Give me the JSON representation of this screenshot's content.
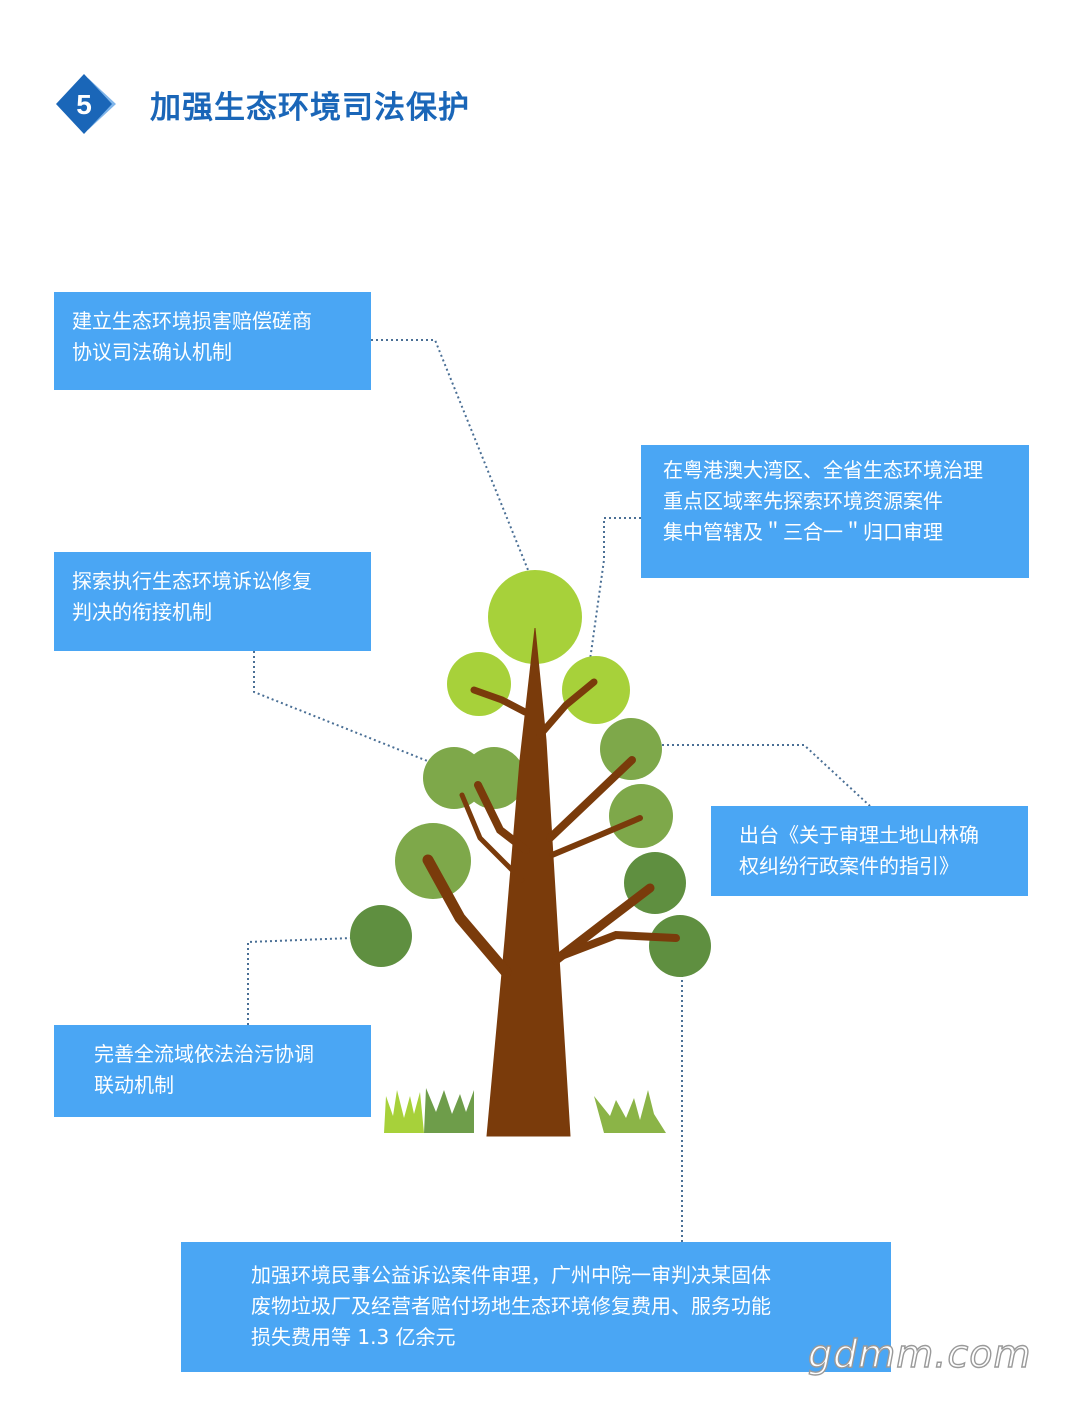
{
  "header": {
    "badge_number": "5",
    "title": "加强生态环境司法保护"
  },
  "colors": {
    "title_blue": "#1a66b8",
    "box_blue": "#4aa6f4",
    "trunk_brown": "#7a3b0b",
    "leaf_light": "#a7d13a",
    "leaf_mid": "#7ea84a",
    "leaf_dark": "#5f8f40",
    "connector": "#4a6f95"
  },
  "boxes": [
    {
      "id": "b1",
      "lines": [
        "建立生态环境损害赔偿磋商",
        "协议司法确认机制"
      ]
    },
    {
      "id": "b2",
      "lines": [
        "探索执行生态环境诉讼修复",
        "判决的衔接机制"
      ]
    },
    {
      "id": "b3",
      "lines": [
        "在粤港澳大湾区、全省生态环境治理",
        "重点区域率先探索环境资源案件",
        "集中管辖及＂三合一＂归口审理"
      ]
    },
    {
      "id": "b4",
      "lines": [
        "出台《关于审理土地山林确",
        "权纠纷行政案件的指引》"
      ]
    },
    {
      "id": "b5",
      "lines": [
        "完善全流域依法治污协调",
        "联动机制"
      ]
    },
    {
      "id": "b6",
      "lines": [
        "加强环境民事公益诉讼案件审理，广州中院一审判决某固体",
        "废物垃圾厂及经营者赔付场地生态环境修复费用、服务功能",
        "损失费用等 1.3 亿余元"
      ]
    }
  ],
  "watermark": "gdmm.com"
}
